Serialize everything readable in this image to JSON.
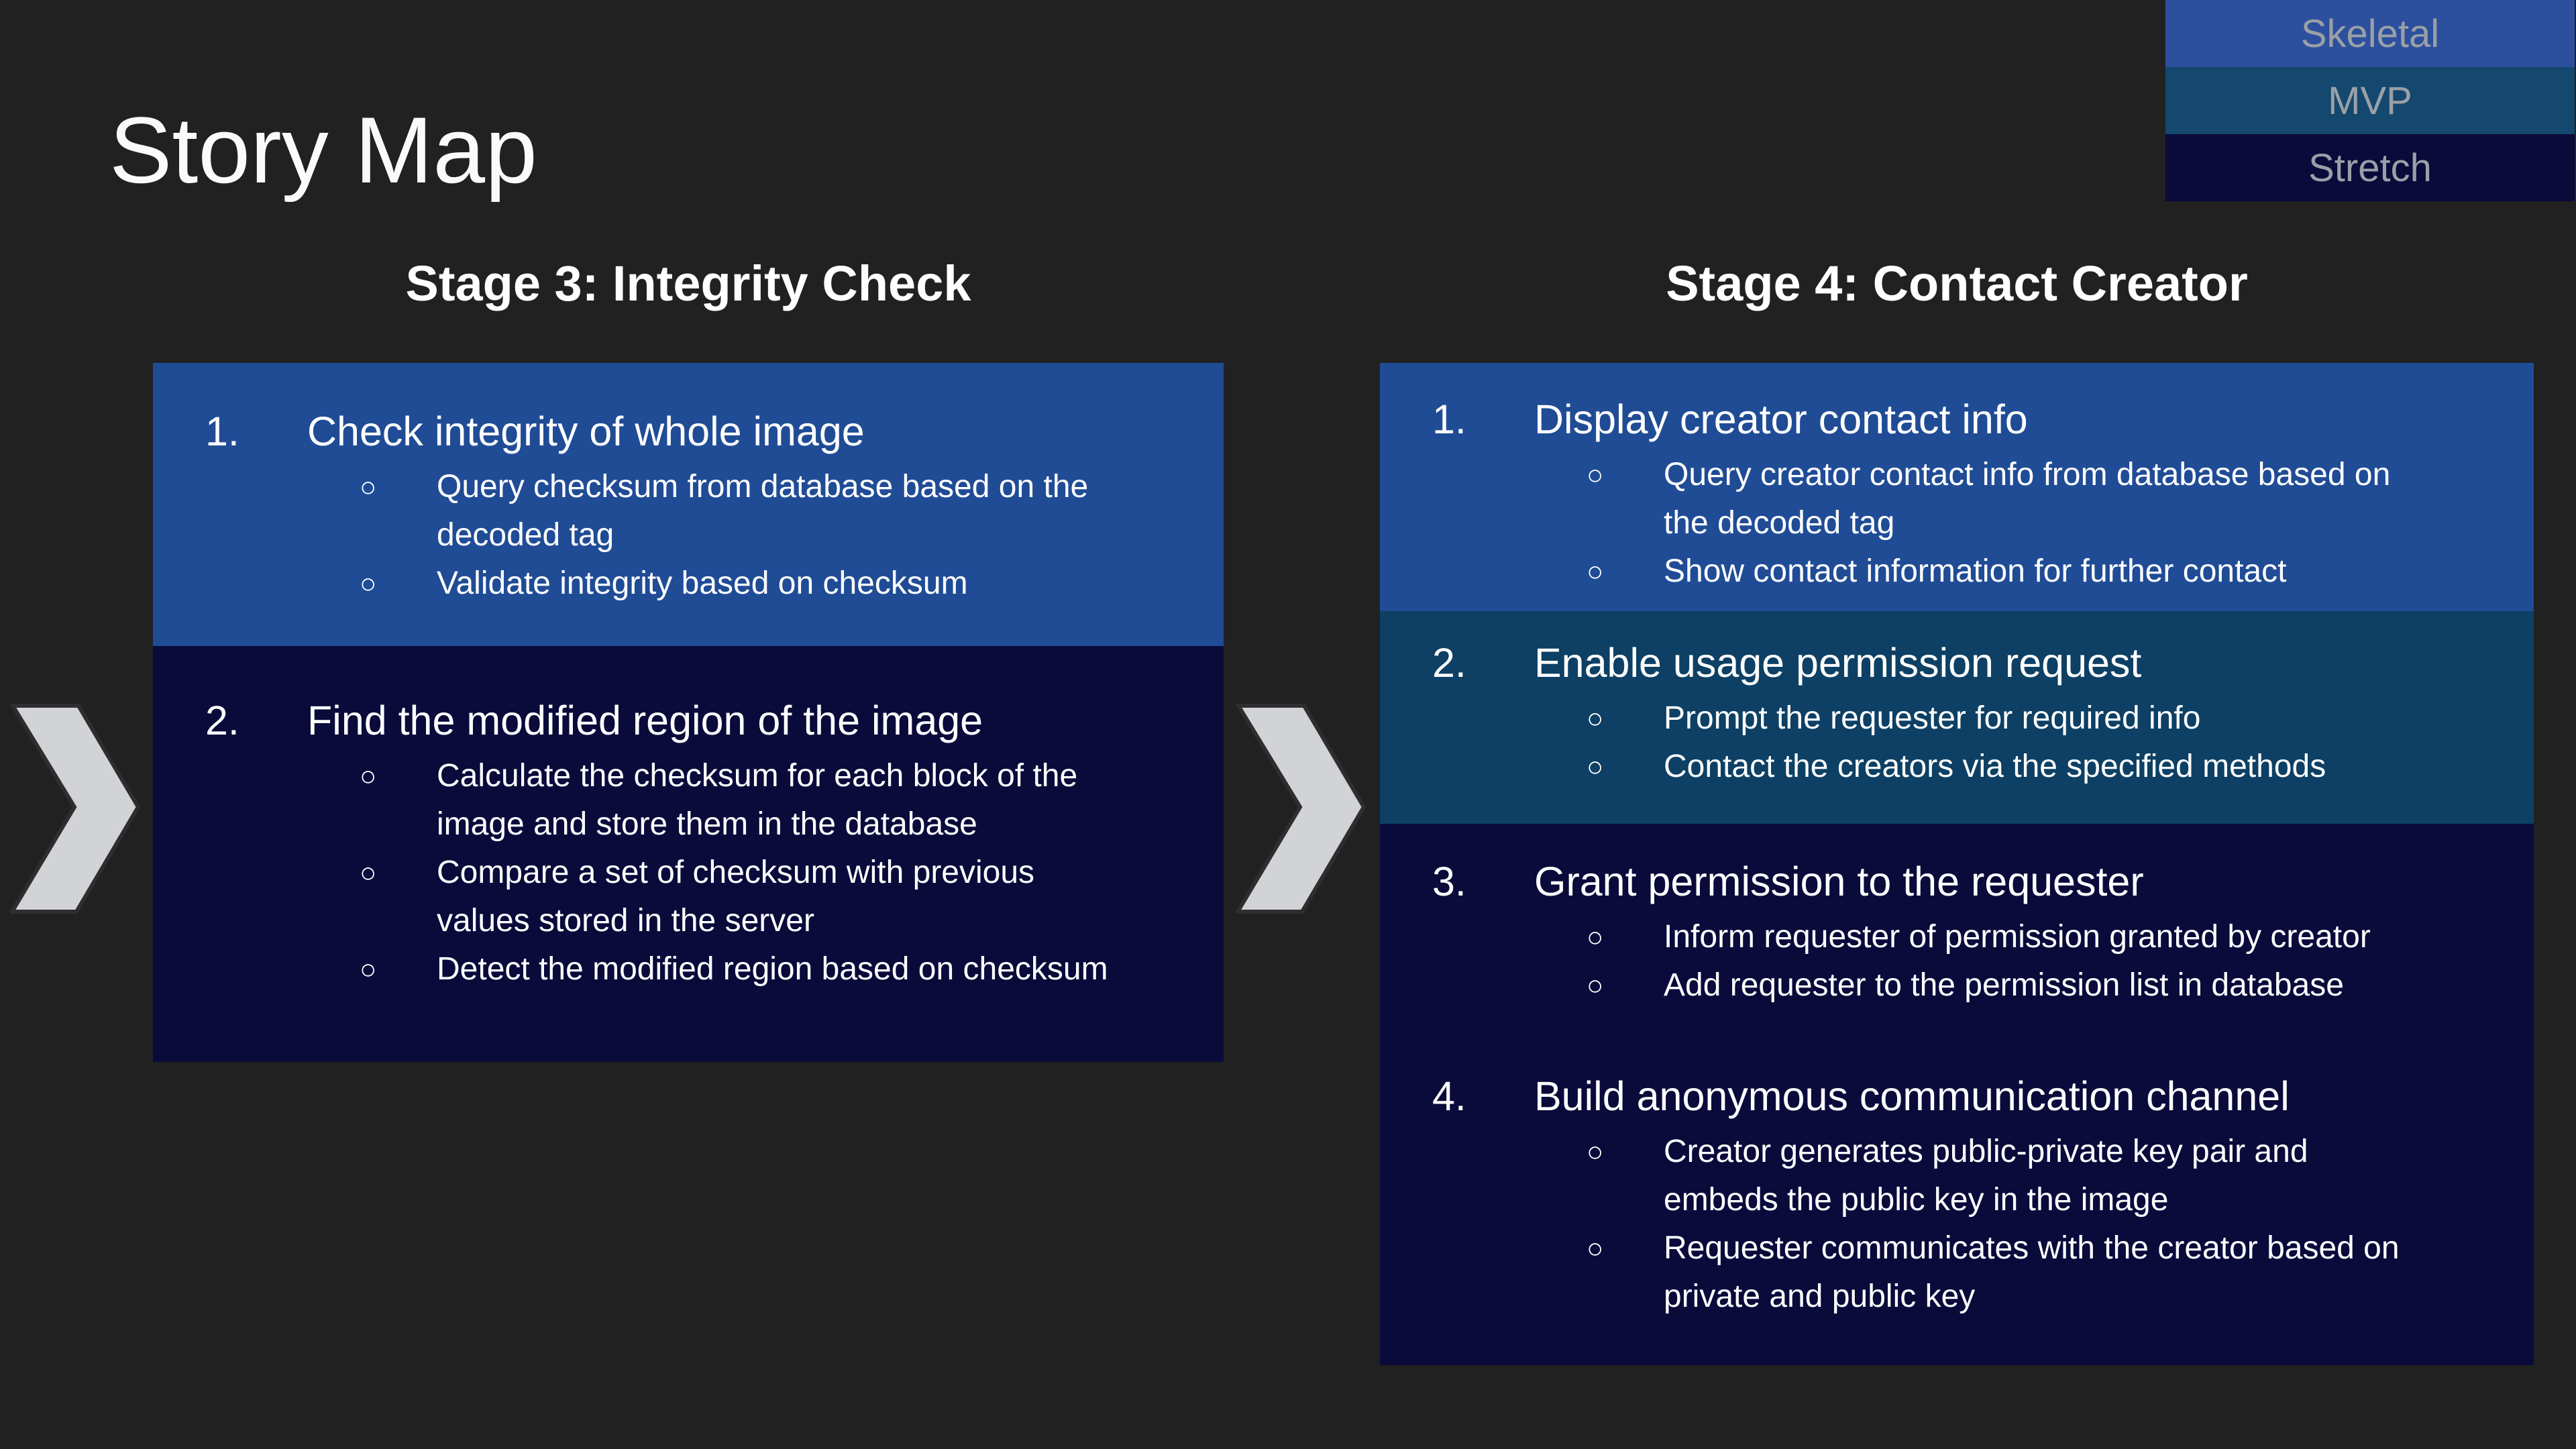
{
  "slide": {
    "title": "Story Map",
    "background_color": "#212122",
    "text_color": "#ffffff",
    "bullet_marker": "○",
    "legend": {
      "text_color": "#9aa0a7",
      "items": [
        {
          "label": "Skeletal",
          "color": "#2c509d"
        },
        {
          "label": "MVP",
          "color": "#14486e"
        },
        {
          "label": "Stretch",
          "color": "#0a0b3b"
        }
      ]
    },
    "arrows": [
      {
        "name": "arrow-1",
        "fill": "#d2d3d6"
      },
      {
        "name": "arrow-2",
        "fill": "#d2d3d6"
      }
    ],
    "stages": [
      {
        "heading": "Stage 3: Integrity Check",
        "boxes": [
          {
            "tier": "skeletal",
            "color": "#204c96",
            "items": [
              {
                "number": "1.",
                "heading": "Check integrity of whole image",
                "bullets": [
                  [
                    "Query checksum from database  based on the",
                    "decoded tag"
                  ],
                  [
                    "Validate integrity based on checksum"
                  ]
                ]
              }
            ]
          },
          {
            "tier": "stretch",
            "color": "#0a0b3b",
            "items": [
              {
                "number": "2.",
                "heading": "Find the modified region of the image",
                "bullets": [
                  [
                    "Calculate the checksum for each block of the",
                    "image and store them in the database"
                  ],
                  [
                    "Compare a set of checksum with previous",
                    "values stored in the server"
                  ],
                  [
                    "Detect the modified region based on checksum"
                  ]
                ]
              }
            ]
          }
        ]
      },
      {
        "heading": "Stage 4: Contact Creator",
        "boxes": [
          {
            "tier": "skeletal",
            "color": "#204c96",
            "items": [
              {
                "number": "1.",
                "heading": "Display creator contact info",
                "bullets": [
                  [
                    "Query creator contact info from database based on",
                    "the decoded tag"
                  ],
                  [
                    "Show contact information for further contact"
                  ]
                ]
              }
            ]
          },
          {
            "tier": "mvp",
            "color": "#0d4064",
            "items": [
              {
                "number": "2.",
                "heading": "Enable usage permission request",
                "bullets": [
                  [
                    "Prompt the requester for required info"
                  ],
                  [
                    "Contact the creators via the specified methods"
                  ]
                ]
              }
            ]
          },
          {
            "tier": "stretch",
            "color": "#0a0b3b",
            "items": [
              {
                "number": "3.",
                "heading": "Grant permission to the requester",
                "bullets": [
                  [
                    "Inform requester of permission granted by creator"
                  ],
                  [
                    "Add requester to the permission list in database"
                  ]
                ]
              },
              {
                "number": "4.",
                "heading": "Build anonymous communication channel",
                "bullets": [
                  [
                    "Creator generates public-private key pair and",
                    "embeds the public key in the image"
                  ],
                  [
                    "Requester communicates with the creator based on",
                    "private and public key"
                  ]
                ]
              }
            ]
          }
        ]
      }
    ]
  }
}
